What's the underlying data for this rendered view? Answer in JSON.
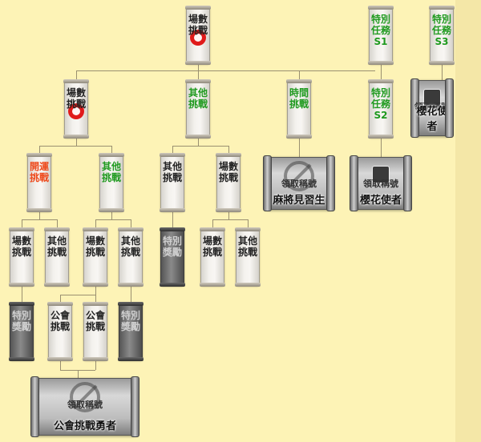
{
  "nodes": [
    {
      "id": "root",
      "label": "場數挑戰",
      "kind": "normal",
      "color": "black",
      "star": true
    },
    {
      "id": "sp1",
      "label": "特別任務S1",
      "kind": "normal",
      "color": "green"
    },
    {
      "id": "sp3",
      "label": "特別任務S3",
      "kind": "normal",
      "color": "green"
    },
    {
      "id": "l2a",
      "label": "場數挑戰",
      "kind": "normal",
      "color": "black",
      "star": true
    },
    {
      "id": "l2b",
      "label": "其他挑戰",
      "kind": "normal",
      "color": "green"
    },
    {
      "id": "l2c",
      "label": "時間挑戰",
      "kind": "normal",
      "color": "green"
    },
    {
      "id": "sp2",
      "label": "特別任務S2",
      "kind": "normal",
      "color": "green"
    },
    {
      "id": "l3a",
      "label": "開運挑戰",
      "kind": "normal",
      "color": "red"
    },
    {
      "id": "l3b",
      "label": "其他挑戰",
      "kind": "normal",
      "color": "green"
    },
    {
      "id": "l3c",
      "label": "其他挑戰",
      "kind": "normal",
      "color": "black"
    },
    {
      "id": "l3d",
      "label": "場數挑戰",
      "kind": "normal",
      "color": "black"
    },
    {
      "id": "l4a",
      "label": "場數挑戰",
      "kind": "normal",
      "color": "black"
    },
    {
      "id": "l4b",
      "label": "其他挑戰",
      "kind": "normal",
      "color": "black"
    },
    {
      "id": "l4c",
      "label": "場數挑戰",
      "kind": "normal",
      "color": "black"
    },
    {
      "id": "l4d",
      "label": "其他挑戰",
      "kind": "normal",
      "color": "black"
    },
    {
      "id": "l4e",
      "label": "特別獎勵",
      "kind": "dark",
      "color": "gray"
    },
    {
      "id": "l4f",
      "label": "場數挑戰",
      "kind": "normal",
      "color": "black"
    },
    {
      "id": "l4g",
      "label": "其他挑戰",
      "kind": "normal",
      "color": "black"
    },
    {
      "id": "l5a",
      "label": "特別獎勵",
      "kind": "dark",
      "color": "gray"
    },
    {
      "id": "l5b",
      "label": "公會挑戰",
      "kind": "normal",
      "color": "black"
    },
    {
      "id": "l5c",
      "label": "公會挑戰",
      "kind": "normal",
      "color": "black"
    },
    {
      "id": "l5d",
      "label": "特別獎勵",
      "kind": "dark",
      "color": "gray"
    }
  ],
  "rewards": [
    {
      "id": "rw1",
      "condition": "領取稱號",
      "title": "櫻花使者",
      "locked": false
    },
    {
      "id": "rw2",
      "condition": "領取稱號",
      "title": "麻將見習生",
      "locked": true
    },
    {
      "id": "rw3",
      "condition": "領取稱號",
      "title": "櫻花使者",
      "locked": false
    },
    {
      "id": "rw4",
      "condition": "領取稱號",
      "title": "公會挑戰勇者",
      "locked": true
    }
  ]
}
